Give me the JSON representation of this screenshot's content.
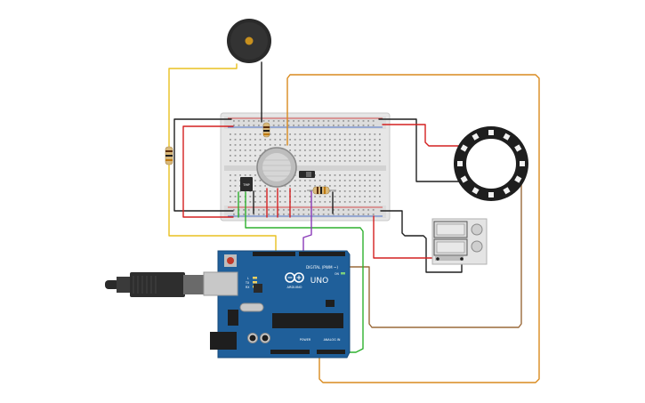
{
  "board": {
    "brand": "ARDUINO",
    "model": "UNO",
    "digital_header": "DIGITAL (PWM ~)",
    "power_header": "POWER",
    "analog_header": "ANALOG IN",
    "on_label": "ON",
    "tx_label": "TX",
    "rx_label": "RX",
    "l_label": "L"
  },
  "components": {
    "temp_sensor_label": "TMP",
    "buzzer": "piezo-buzzer",
    "gas_sensor": "gas-sensor",
    "neopixel_ring": "neopixel-ring-12",
    "relay_module": "dual-relay",
    "slide_switch": "slide-switch",
    "usb_cable": "usb-cable",
    "power_jack": "dc-power-jack"
  },
  "colors": {
    "wire_yellow": "#e8c020",
    "wire_orange": "#d98a1e",
    "wire_brown": "#9a6a3a",
    "wire_black": "#1e1e1e",
    "wire_red": "#d42020",
    "wire_green": "#2db02d",
    "wire_purple": "#8a3ab8",
    "arduino_blue": "#1f5f9a",
    "breadboard": "#e4e4e4"
  }
}
